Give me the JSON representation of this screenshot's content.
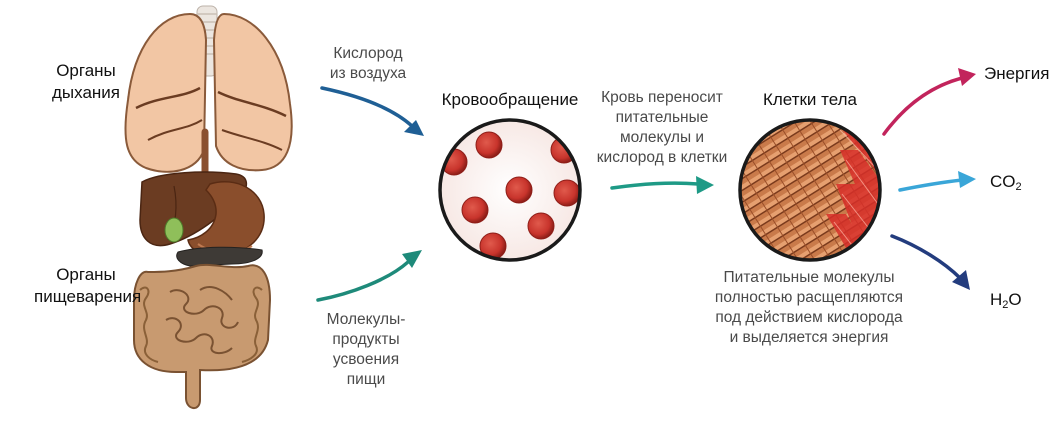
{
  "labels": {
    "respiratory_line1": "Органы",
    "respiratory_line2": "дыхания",
    "digestive_line1": "Органы",
    "digestive_line2": "пищеварения",
    "oxygen_line1": "Кислород",
    "oxygen_line2": "из воздуха",
    "molecules_line1": "Молекулы-",
    "molecules_line2": "продукты",
    "molecules_line3": "усвоения",
    "molecules_line4": "пищи",
    "circulation": "Кровообращение",
    "blood_line1": "Кровь переносит",
    "blood_line2": "питательные",
    "blood_line3": "молекулы и",
    "blood_line4": "кислород в клетки",
    "cells": "Клетки тела",
    "breakdown_line1": "Питательные молекулы",
    "breakdown_line2": "полностью расщепляются",
    "breakdown_line3": "под действием кислорода",
    "breakdown_line4": "и выделяется энергия",
    "energy": "Энергия",
    "co2_main": "CO",
    "co2_sub": "2",
    "h2o_h": "H",
    "h2o_sub": "2",
    "h2o_o": "O"
  },
  "colors": {
    "oxygen_arrow": "#1f5f95",
    "nutrient_arrow": "#1e8a7a",
    "blood_arrow": "#1e9a86",
    "energy_arrow": "#c2245c",
    "co2_arrow": "#3aa6d8",
    "h2o_arrow": "#233c7e",
    "blood_cell": "#c8342c",
    "lung": "#f2c6a4",
    "liver": "#6b3c22",
    "intestine": "#c89a70"
  },
  "icons": [
    "lungs-illustration",
    "liver-illustration",
    "stomach-illustration",
    "intestine-illustration",
    "blood-cells-circle",
    "muscle-cells-circle"
  ]
}
